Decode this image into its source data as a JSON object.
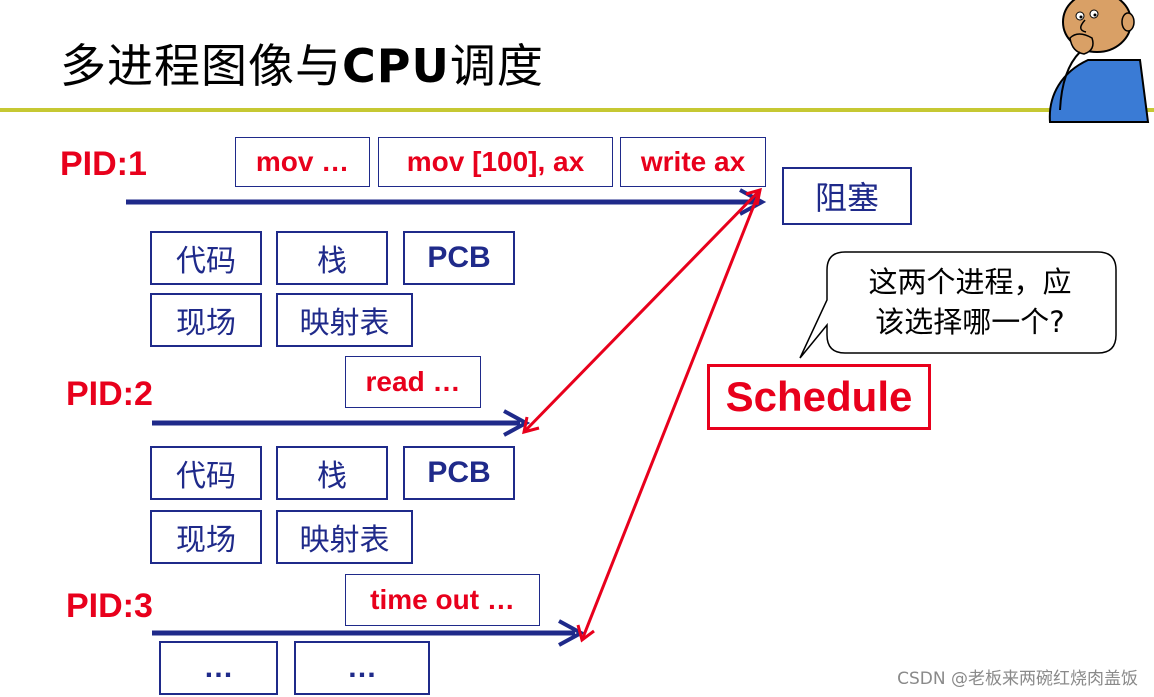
{
  "title": {
    "main": "多进程图像与",
    "bold": "CPU",
    "tail": "调度"
  },
  "processes": [
    {
      "pid_label": "PID:1",
      "instructions": [
        "mov …",
        "mov [100], ax",
        "write ax"
      ]
    },
    {
      "pid_label": "PID:2",
      "instructions": [
        "read …"
      ]
    },
    {
      "pid_label": "PID:3",
      "instructions": [
        "time out …"
      ]
    }
  ],
  "process_blocks": {
    "p1": {
      "code": "代码",
      "stack": "栈",
      "pcb": "PCB",
      "context": "现场",
      "map_table": "映射表"
    },
    "p2": {
      "code": "代码",
      "stack": "栈",
      "pcb": "PCB",
      "context": "现场",
      "map_table": "映射表"
    },
    "p3": {
      "box1": "…",
      "box2": "…"
    }
  },
  "blocked_label": "阻塞",
  "schedule_label": "Schedule",
  "speech_bubble": {
    "line1": "这两个进程，应",
    "line2": "该选择哪一个?"
  },
  "watermark": "CSDN @老板来两碗红烧肉盖饭",
  "colors": {
    "red": "#e8001c",
    "blue": "#1f2a8a",
    "title_rule": "#c6c832",
    "thinker_shirt": "#3a7bd5"
  }
}
